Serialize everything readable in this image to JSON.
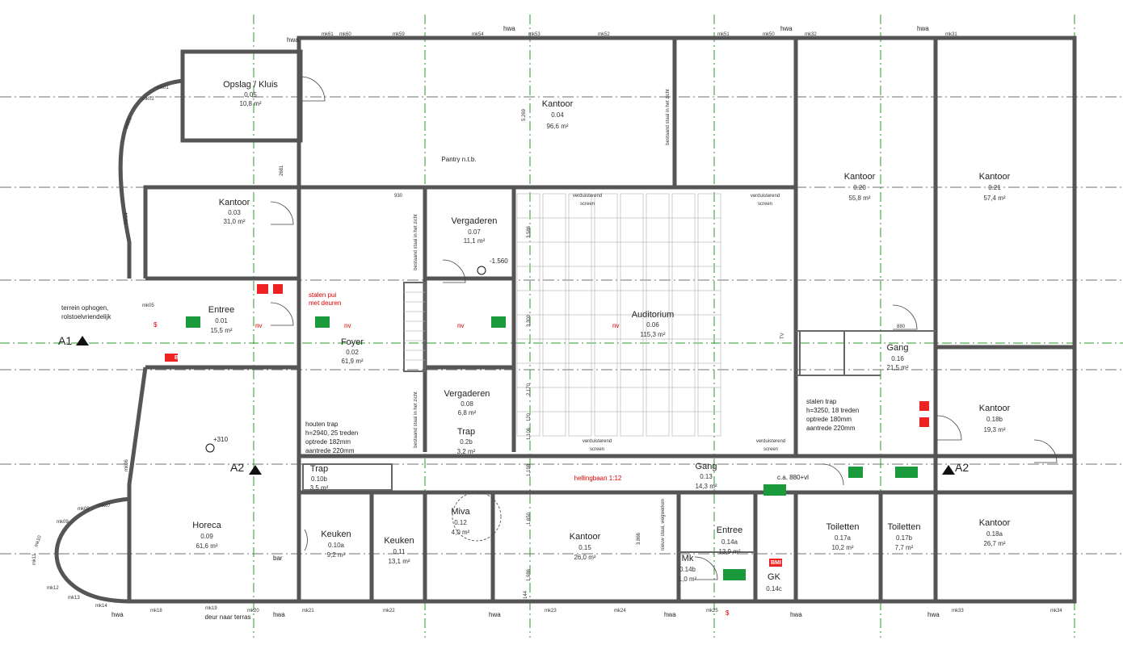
{
  "rooms": [
    {
      "name": "Opslag / Kluis",
      "num": "0.05",
      "area": "10,8 m²"
    },
    {
      "name": "Kantoor",
      "num": "0.04",
      "area": "96,6 m²"
    },
    {
      "name": "Kantoor",
      "num": "0.03",
      "area": "31,0 m²"
    },
    {
      "name": "Kantoor",
      "num": "0.20",
      "area": "55,8 m²"
    },
    {
      "name": "Kantoor",
      "num": "0.21",
      "area": "57,4 m²"
    },
    {
      "name": "Vergaderen",
      "num": "0.07",
      "area": "11,1 m²"
    },
    {
      "name": "Entree",
      "num": "0.01",
      "area": "15,5 m²"
    },
    {
      "name": "Foyer",
      "num": "0.02",
      "area": "61,9 m²"
    },
    {
      "name": "Auditorium",
      "num": "0.06",
      "area": "115,3 m²"
    },
    {
      "name": "Gang",
      "num": "0.16",
      "area": "21,5 m²"
    },
    {
      "name": "Vergaderen",
      "num": "0.08",
      "area": "6,8 m²"
    },
    {
      "name": "Kantoor",
      "num": "0.18b",
      "area": "19,3 m²"
    },
    {
      "name": "Trap",
      "num": "0.2b",
      "area": "3,2 m²"
    },
    {
      "name": "Trap",
      "num": "0.10b",
      "area": "3,5 m²"
    },
    {
      "name": "Gang",
      "num": "0.13",
      "area": "14,3 m²"
    },
    {
      "name": "Horeca",
      "num": "0.09",
      "area": "61,6 m²"
    },
    {
      "name": "Keuken",
      "num": "0.10a",
      "area": "9,2 m²"
    },
    {
      "name": "Keuken",
      "num": "0.11",
      "area": "13,1 m²"
    },
    {
      "name": "Miva",
      "num": "0.12",
      "area": "4,0 m²"
    },
    {
      "name": "Kantoor",
      "num": "0.15",
      "area": "26,0 m²"
    },
    {
      "name": "Entree",
      "num": "0.14a",
      "area": "13,9 m²"
    },
    {
      "name": "Toiletten",
      "num": "0.17a",
      "area": "10,2 m²"
    },
    {
      "name": "Toiletten",
      "num": "0.17b",
      "area": "7,7 m²"
    },
    {
      "name": "Kantoor",
      "num": "0.18a",
      "area": "26,7 m²"
    },
    {
      "name": "Mk",
      "num": "0.14b",
      "area": "1,0 m²"
    },
    {
      "name": "GK",
      "num": "0.14c",
      "area": ""
    }
  ],
  "notes": {
    "pantry": "Pantry n.t.b.",
    "terrain_1": "terrein ophogen,",
    "terrain_2": "rolstoelvriendelijk",
    "stalen_pui_1": "stalen pui",
    "stalen_pui_2": "met deuren",
    "houten_trap": [
      "houten trap",
      "h=2940, 25 treden",
      "optrede 182mm",
      "aantrede 220mm"
    ],
    "stalen_trap": [
      "stalen trap",
      "h=3250, 18 treden",
      "optrede 180mm",
      "aantrede 220mm"
    ],
    "hellingbaan": "hellingbaan 1:12",
    "bar": "bar",
    "deur_terras": "deur naar terras",
    "nieuw_staal": "nieuw staal, wegwerken",
    "verduisterend": "verduisterend",
    "screen": "screen",
    "bestaand_staal": "bestaand staal in het zicht",
    "ca": "c.a. 880+vl",
    "level": "+310",
    "level_2": "-1.560",
    "nv": "nv",
    "tv": "TV",
    "bmi": "BMI",
    "dollar": "$",
    "hwa": "hwa"
  },
  "sections": {
    "a1": "A1",
    "a2": "A2"
  },
  "dims": {
    "d1": "5.269",
    "d2": "2681",
    "d3": "3.586",
    "d4": "3.300",
    "d5": "2.170",
    "d6": "1.198",
    "d7": "1.650",
    "d8": "3.866",
    "d9": "1.986",
    "d10": "930",
    "d11": "880",
    "d12": "1.106",
    "d13": "120",
    "d14": "144"
  },
  "marks": {
    "m01": "mk01",
    "m02": "mk02",
    "m03": "mk03",
    "m04": "mk04",
    "m05": "mk05",
    "m06": "mk06",
    "m07": "mk07",
    "m08": "mk08",
    "m09": "mk09",
    "m10": "mk10",
    "m11": "mk11",
    "m12": "mk12",
    "m13": "mk13",
    "m14": "mk14",
    "m18": "mk18",
    "m19": "mk19",
    "m20": "mk20",
    "m21": "mk21",
    "m22": "mk22",
    "m23": "mk23",
    "m24": "mk24",
    "m25": "mk25",
    "m31": "mk31",
    "m32": "mk32",
    "m33": "mk33",
    "m34": "mk34",
    "m50": "mk50",
    "m51": "mk51",
    "m52": "mk52",
    "m53": "mk53",
    "m54": "mk54",
    "m59": "mk59",
    "m60": "mk60",
    "m61": "mk61"
  },
  "colors": {
    "exit": "#1a9a3a",
    "fire": "#e22222",
    "axis": "#2a9a2a"
  }
}
